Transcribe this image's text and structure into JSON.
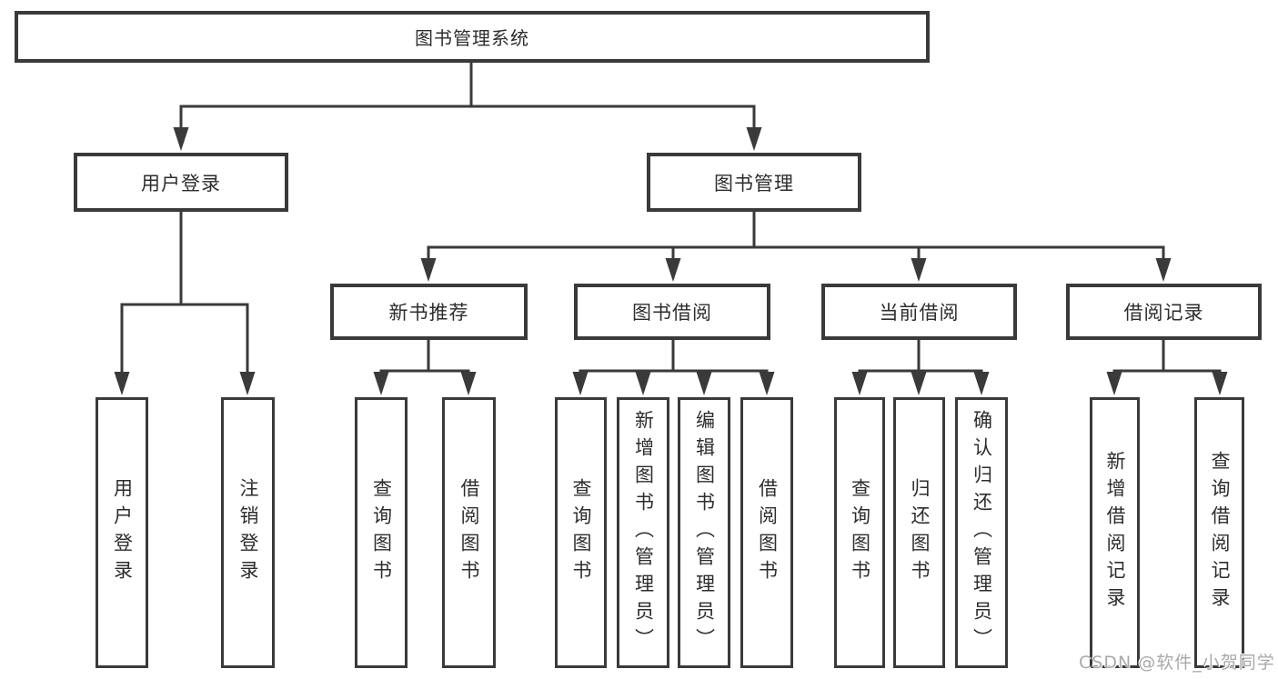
{
  "tree": {
    "root": {
      "label": "图书管理系统"
    },
    "branches": [
      {
        "label": "用户登录",
        "children": [
          {
            "label": "用户登录"
          },
          {
            "label": "注销登录"
          }
        ]
      },
      {
        "label": "图书管理",
        "children": [
          {
            "label": "新书推荐",
            "children": [
              {
                "label": "查询图书"
              },
              {
                "label": "借阅图书"
              }
            ]
          },
          {
            "label": "图书借阅",
            "children": [
              {
                "label": "查询图书"
              },
              {
                "label": "新增图书（管理员）"
              },
              {
                "label": "编辑图书（管理员）"
              },
              {
                "label": "借阅图书"
              }
            ]
          },
          {
            "label": "当前借阅",
            "children": [
              {
                "label": "查询图书"
              },
              {
                "label": "归还图书"
              },
              {
                "label": "确认归还（管理员）"
              }
            ]
          },
          {
            "label": "借阅记录",
            "children": [
              {
                "label": "新增借阅记录"
              },
              {
                "label": "查询借阅记录"
              }
            ]
          }
        ]
      }
    ]
  },
  "watermark": {
    "text": "CSDN @软件_小贺同学"
  },
  "colors": {
    "line": "#3a3a3a",
    "text": "#2d2d2d",
    "background": "#ffffff",
    "watermark": "#a9a9a9"
  }
}
